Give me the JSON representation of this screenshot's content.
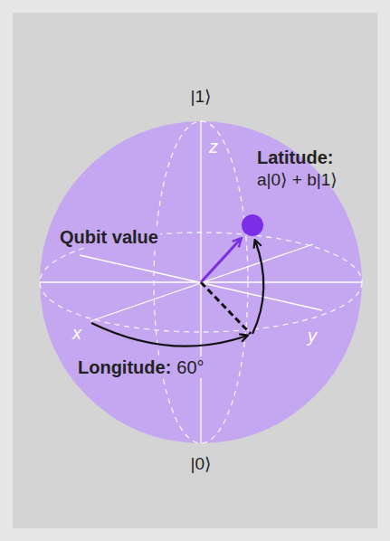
{
  "diagram": {
    "labels": [
      "|1⟩",
      "z",
      "Latitude:",
      "a|0⟩ + b|1⟩",
      "Qubit value",
      "x",
      "y",
      "Longitude:",
      "60°",
      "|0⟩"
    ]
  }
}
